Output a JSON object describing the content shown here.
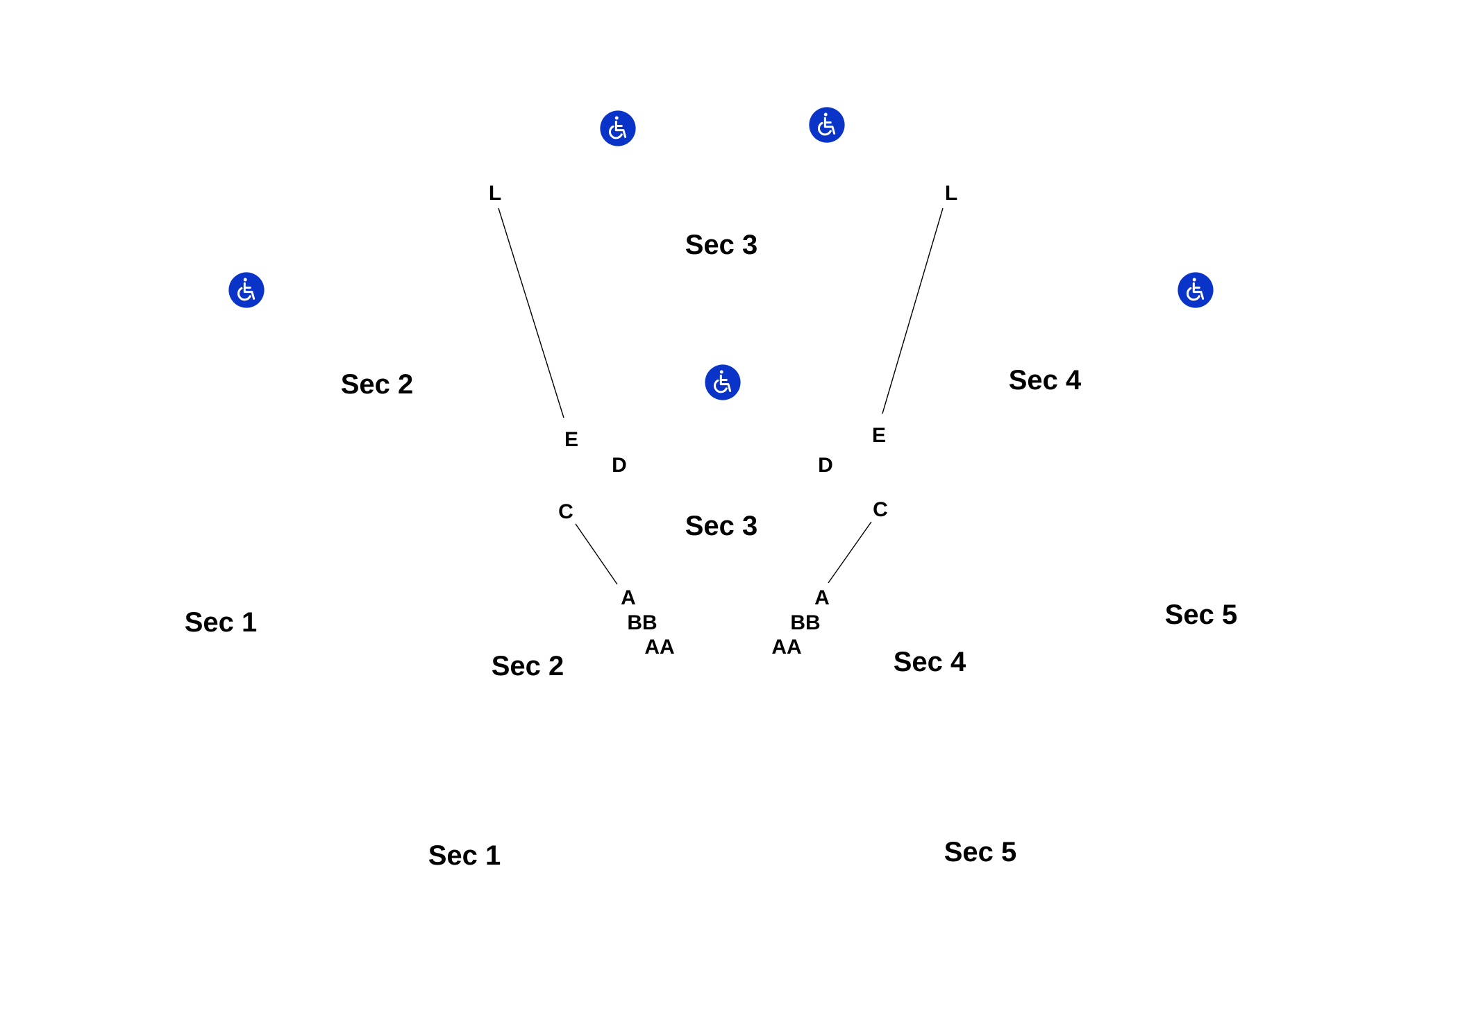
{
  "sections": {
    "upper_center": "Sec 3",
    "upper_left": "Sec 2",
    "upper_right": "Sec 4",
    "mid_left": "Sec 1",
    "mid_center": "Sec 3",
    "mid_right": "Sec 5",
    "lower_left_2": "Sec 2",
    "lower_right_4": "Sec 4",
    "bottom_left": "Sec 1",
    "bottom_right": "Sec 5"
  },
  "rows": {
    "l_left": "L",
    "l_right": "L",
    "e_left": "E",
    "e_right": "E",
    "d_left": "D",
    "d_right": "D",
    "c_left": "C",
    "c_right": "C",
    "a_left": "A",
    "a_right": "A",
    "bb_left": "BB",
    "bb_right": "BB",
    "aa_left": "AA",
    "aa_right": "AA"
  },
  "icons": {
    "accessibility": "wheelchair-icon",
    "accessibility_color": "#0A33C7"
  }
}
